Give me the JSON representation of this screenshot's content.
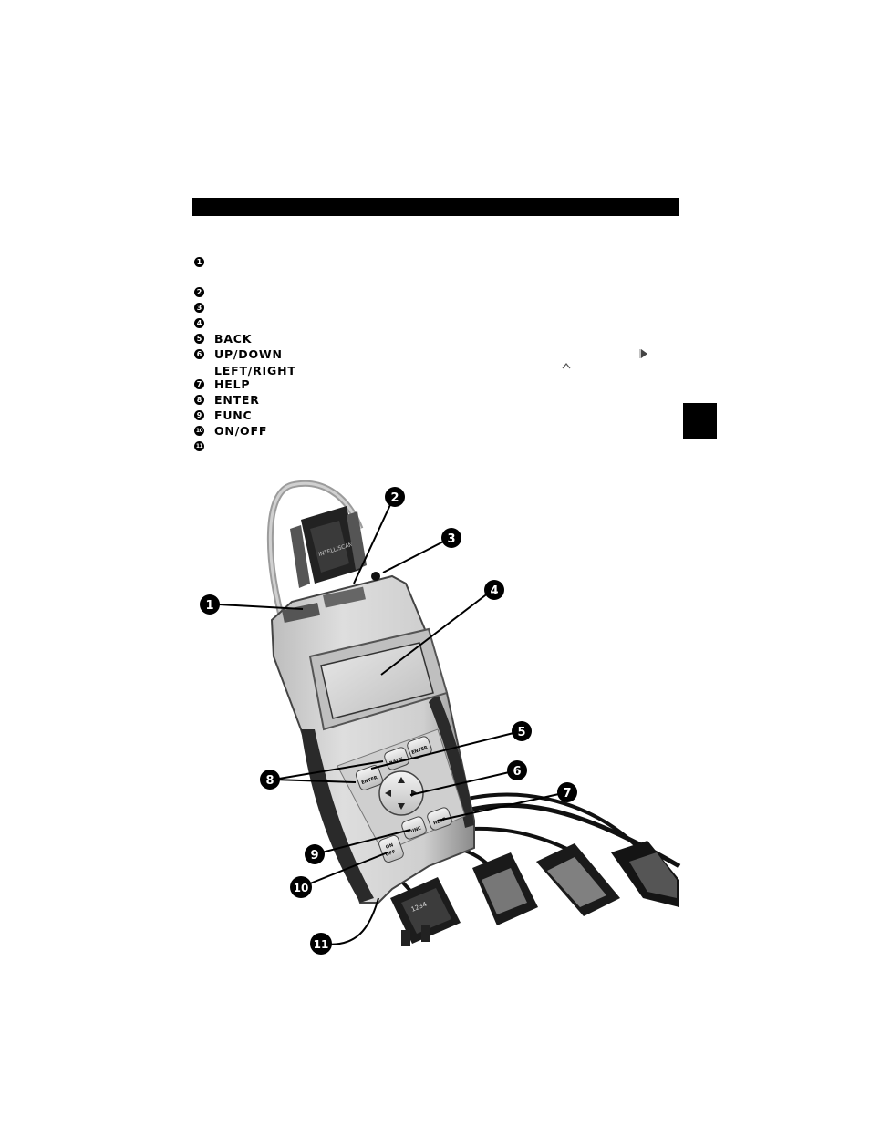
{
  "legend": [
    {
      "num": "1",
      "label": ""
    },
    {
      "num": "2",
      "label": ""
    },
    {
      "num": "3",
      "label": ""
    },
    {
      "num": "4",
      "label": ""
    },
    {
      "num": "5",
      "label": "BACK"
    },
    {
      "num": "6",
      "label": "UP/DOWN"
    },
    {
      "num": "",
      "label": "LEFT/RIGHT"
    },
    {
      "num": "7",
      "label": "HELP"
    },
    {
      "num": "8",
      "label": "ENTER"
    },
    {
      "num": "9",
      "label": "FUNC"
    },
    {
      "num": "10",
      "label": "ON/OFF"
    },
    {
      "num": "11",
      "label": ""
    }
  ],
  "device": {
    "connector_brand": "INTELLISCAN",
    "keys": {
      "enter_top": "ENTER",
      "back": "BACK",
      "enter_left": "ENTER",
      "func": "FUNC",
      "help": "HELP",
      "on": "ON",
      "off": "OFF"
    },
    "relay_text": "1234"
  },
  "callouts": [
    "1",
    "2",
    "3",
    "4",
    "5",
    "6",
    "7",
    "8",
    "9",
    "10",
    "11"
  ]
}
